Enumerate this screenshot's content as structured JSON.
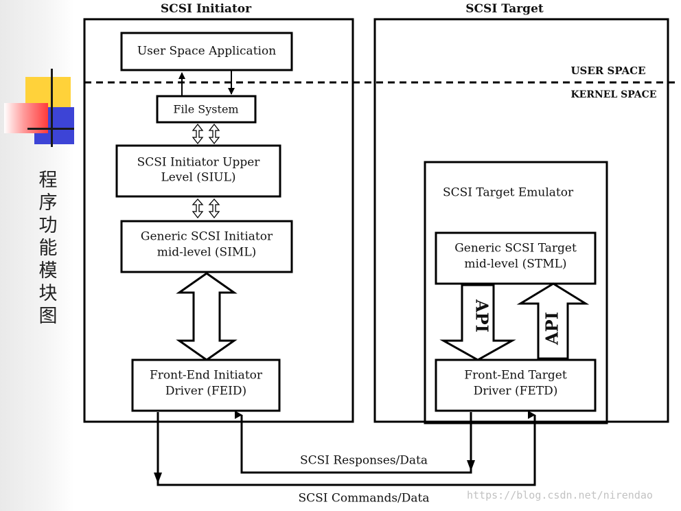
{
  "slide": {
    "title": "程序功能模块图"
  },
  "diagram": {
    "initiator_title": "SCSI Initiator",
    "target_title": "SCSI Target",
    "user_space_label": "USER SPACE",
    "kernel_space_label": "KERNEL SPACE",
    "user_space_app": "User Space Application",
    "file_system": "File System",
    "siul": [
      "SCSI Initiator Upper",
      "Level (SIUL)"
    ],
    "siml": [
      "Generic SCSI Initiator",
      "mid-level (SIML)"
    ],
    "feid": [
      "Front-End Initiator",
      "Driver (FEID)"
    ],
    "target_emulator": "SCSI Target Emulator",
    "stml": [
      "Generic SCSI Target",
      "mid-level (STML)"
    ],
    "fetd": [
      "Front-End Target",
      "Driver (FETD)"
    ],
    "api_down": "API",
    "api_up": "API",
    "responses_label": "SCSI Responses/Data",
    "commands_label": "SCSI Commands/Data"
  },
  "watermark": "https://blog.csdn.net/nirendao",
  "colors": {
    "deco_yellow": "#ffd23a",
    "deco_blue": "#3d44d6",
    "deco_red": "#ff3b3b",
    "line": "#000000"
  }
}
